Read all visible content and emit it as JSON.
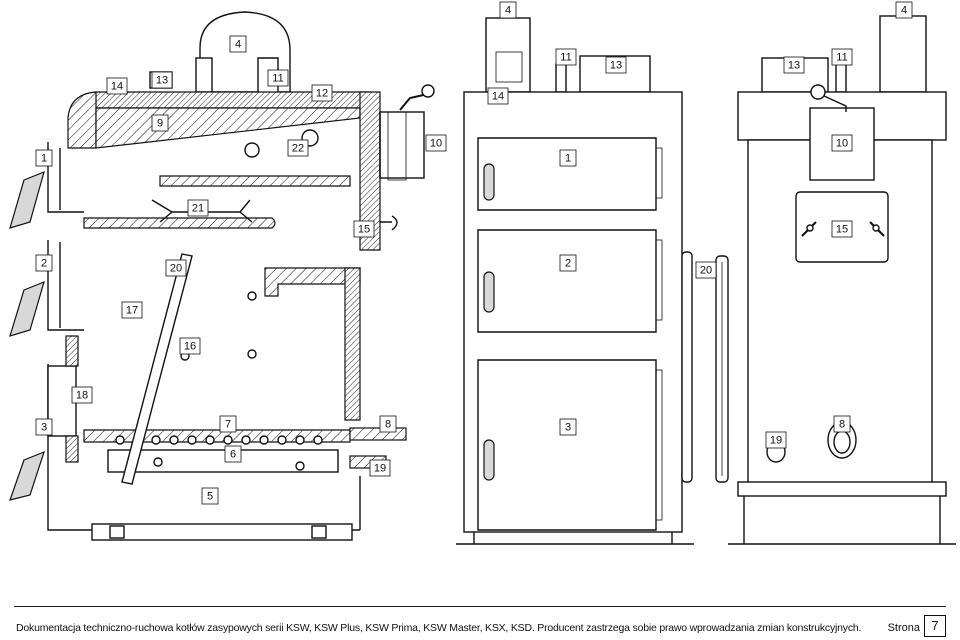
{
  "footer": {
    "document_title": "Dokumentacja techniczno-ruchowa kotłów zasypowych serii KSW, KSW Plus, KSW Prima, KSW Master, KSX, KSD. Producent zastrzega sobie prawo wprowadzania zmian konstrukcyjnych.",
    "page_label": "Strona",
    "page_number": "7"
  },
  "figures": {
    "cross_section": {
      "labels": [
        "1",
        "2",
        "3",
        "4",
        "5",
        "6",
        "7",
        "8",
        "9",
        "10",
        "11",
        "12",
        "13",
        "14",
        "15",
        "16",
        "17",
        "18",
        "19",
        "20",
        "21",
        "22"
      ]
    },
    "front_view": {
      "labels": [
        "1",
        "2",
        "3",
        "4",
        "11",
        "13",
        "14",
        "20"
      ]
    },
    "rear_view": {
      "labels": [
        "4",
        "8",
        "10",
        "11",
        "13",
        "15",
        "19"
      ]
    }
  }
}
